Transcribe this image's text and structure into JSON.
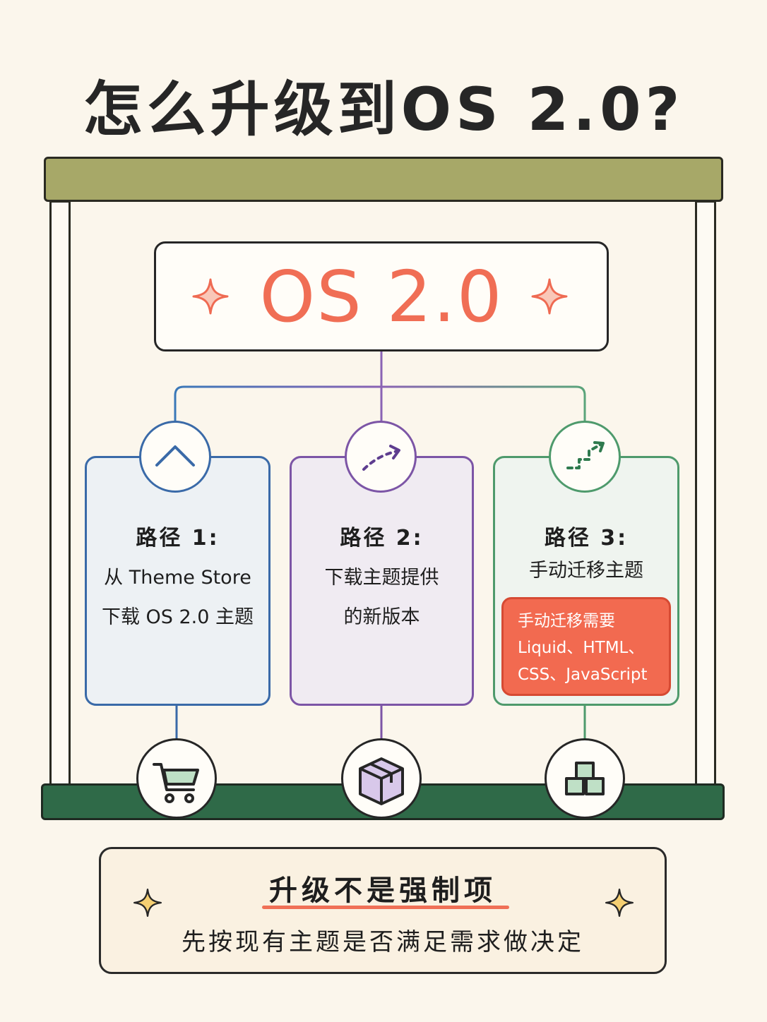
{
  "title": "怎么升级到OS 2.0?",
  "hub": {
    "label": "OS 2.0"
  },
  "paths": [
    {
      "title": "路径 1:",
      "lines": [
        "从 Theme Store",
        "下载 OS 2.0 主题"
      ],
      "top_icon": "chevron-up-icon",
      "bottom_icon": "shopping-cart-icon",
      "color": "#3a6aa8"
    },
    {
      "title": "路径 2:",
      "lines": [
        "下载主题提供",
        "的新版本"
      ],
      "top_icon": "dashed-arrow-icon",
      "bottom_icon": "package-box-icon",
      "color": "#7c55a6"
    },
    {
      "title": "路径 3:",
      "lines": [
        "手动迁移主题"
      ],
      "top_icon": "dashed-steps-arrow-icon",
      "bottom_icon": "stacked-blocks-icon",
      "color": "#4e9a6c",
      "note": [
        "手动迁移需要",
        "Liquid、HTML、",
        "CSS、JavaScript"
      ]
    }
  ],
  "footer": {
    "title": "升级不是强制项",
    "subtitle": "先按现有主题是否满足需求做决定"
  },
  "colors": {
    "accent": "#f06e55",
    "valance": "#a7a868",
    "base": "#2f6a48",
    "background": "#fbf6ec"
  }
}
